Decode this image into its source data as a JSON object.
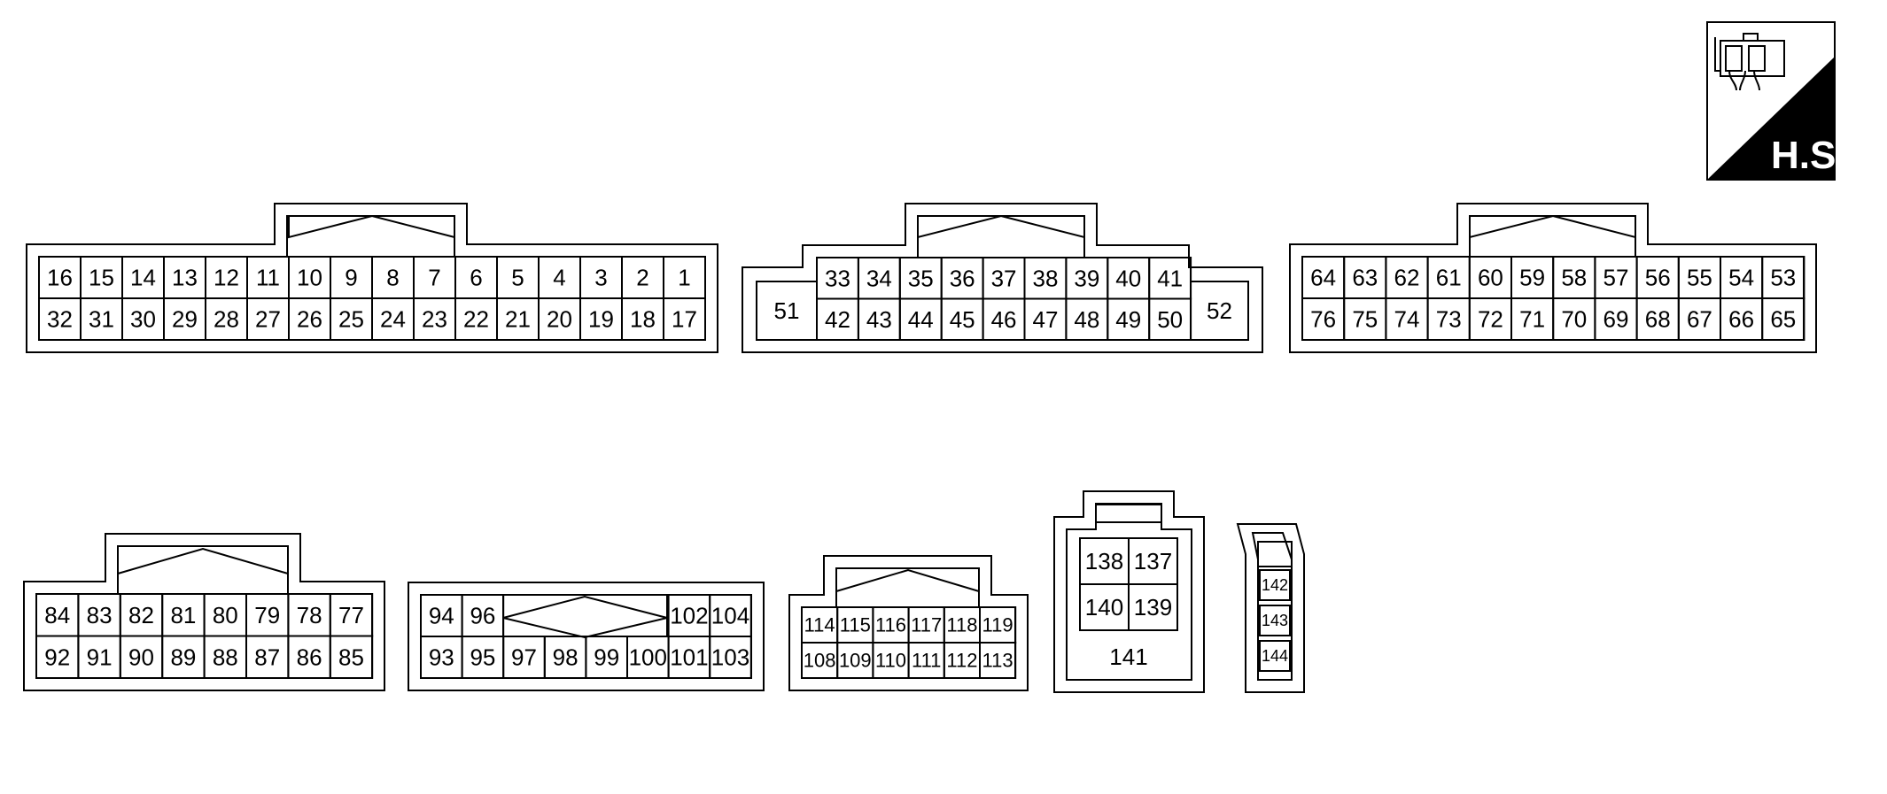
{
  "badge": {
    "label": "H.S.",
    "icon": "harness-side-connector-icon"
  },
  "connectors": [
    {
      "name": "connector-1-32",
      "rows": [
        [
          "16",
          "15",
          "14",
          "13",
          "12",
          "11",
          "10",
          "9",
          "8",
          "7",
          "6",
          "5",
          "4",
          "3",
          "2",
          "1"
        ],
        [
          "32",
          "31",
          "30",
          "29",
          "28",
          "27",
          "26",
          "25",
          "24",
          "23",
          "22",
          "21",
          "20",
          "19",
          "18",
          "17"
        ]
      ]
    },
    {
      "name": "connector-33-52",
      "left_pin": "51",
      "right_pin": "52",
      "rows": [
        [
          "33",
          "34",
          "35",
          "36",
          "37",
          "38",
          "39",
          "40",
          "41"
        ],
        [
          "42",
          "43",
          "44",
          "45",
          "46",
          "47",
          "48",
          "49",
          "50"
        ]
      ]
    },
    {
      "name": "connector-53-76",
      "rows": [
        [
          "64",
          "63",
          "62",
          "61",
          "60",
          "59",
          "58",
          "57",
          "56",
          "55",
          "54",
          "53"
        ],
        [
          "76",
          "75",
          "74",
          "73",
          "72",
          "71",
          "70",
          "69",
          "68",
          "67",
          "66",
          "65"
        ]
      ]
    },
    {
      "name": "connector-77-92",
      "rows": [
        [
          "84",
          "83",
          "82",
          "81",
          "80",
          "79",
          "78",
          "77"
        ],
        [
          "92",
          "91",
          "90",
          "89",
          "88",
          "87",
          "86",
          "85"
        ]
      ]
    },
    {
      "name": "connector-93-104",
      "rows": [
        [
          "94",
          "96",
          "",
          "",
          "",
          "",
          "102",
          "104"
        ],
        [
          "93",
          "95",
          "97",
          "98",
          "99",
          "100",
          "101",
          "103"
        ]
      ]
    },
    {
      "name": "connector-108-119",
      "rows": [
        [
          "114",
          "115",
          "116",
          "117",
          "118",
          "119"
        ],
        [
          "108",
          "109",
          "110",
          "111",
          "112",
          "113"
        ]
      ]
    },
    {
      "name": "connector-137-141",
      "rows": [
        [
          "138",
          "137"
        ],
        [
          "140",
          "139"
        ]
      ],
      "bottom_label": "141"
    },
    {
      "name": "connector-142-144",
      "pins": [
        "142",
        "143",
        "144"
      ]
    }
  ]
}
